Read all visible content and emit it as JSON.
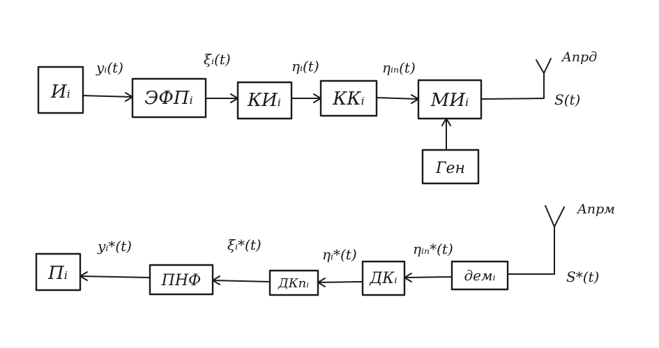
{
  "transmitter": {
    "blocks": [
      "Иᵢ",
      "ЭФПᵢ",
      "КИᵢ",
      "ККᵢ",
      "МИᵢ",
      "Ген"
    ],
    "signals": [
      "yᵢ(t)",
      "ξᵢ(t)",
      "ηᵢ(t)",
      "ηᵢₙ(t)",
      "S(t)"
    ],
    "antenna_label": "Aпрд"
  },
  "receiver": {
    "blocks": [
      "Пᵢ",
      "ПНФ",
      "ДКпᵢ",
      "ДКᵢ",
      "демᵢ"
    ],
    "signals": [
      "yᵢ*(t)",
      "ξᵢ*(t)",
      "ηᵢ*(t)",
      "ηᵢₙ*(t)",
      "S*(t)"
    ],
    "antenna_label": "Aпрм"
  },
  "colors": {
    "ink": "#1a1a1a",
    "paper": "#ffffff"
  }
}
